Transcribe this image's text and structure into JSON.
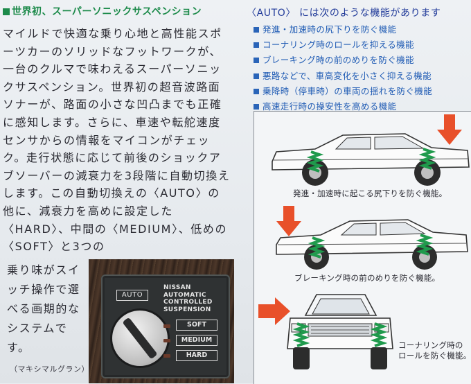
{
  "left": {
    "headline": "世界初、スーパーソニックサスペンション",
    "body": "マイルドで快適な乗り心地と高性能スポーツカーのソリッドなフットワークが、一台のクルマで味わえるスーパーソニックサスペンション。世界初の超音波路面ソナーが、路面の小さな凹凸までも正確に感知します。さらに、車速や転舵速度センサからの情報をマイコンがチェック。走行状態に応じて前後のショックアブソーバーの減衰力を3段階に自動切換えします。この自動切換えの〈AUTO〉の他に、減衰力を高めに設定した〈HARD〉、中間の〈MEDIUM〉、低めの〈SOFT〉と3つの",
    "short": "乗り味がスイッチ操作で選べる画期的なシステムです。",
    "caption": "（マキシマルグラン）"
  },
  "panel": {
    "auto_label": "AUTO",
    "brand_text": "NISSAN\nAUTOMATIC\nCONTROLLED\nSUSPENSION",
    "soft_label": "SOFT",
    "medium_label": "MEDIUM",
    "hard_label": "HARD"
  },
  "right": {
    "title": "〈AUTO〉 には次のような機能があります",
    "features": [
      "発進・加速時の尻下りを防ぐ機能",
      "コーナリング時のロールを抑える機能",
      "ブレーキング時の前のめりを防ぐ機能",
      "悪路などで、車高変化を小さく抑える機能",
      "乗降時（停車時）の車両の揺れを防ぐ機能",
      "高速走行時の操安性を高める機能"
    ],
    "captions": {
      "accel": "発進・加速時に起こる尻下りを防ぐ機能。",
      "brake": "ブレーキング時の前のめりを防ぐ機能。",
      "corner_1": "コーナリング時の",
      "corner_2": "ロールを防ぐ機能。"
    }
  },
  "colors": {
    "headline_green": "#1c8a4a",
    "title_blue": "#223b9a",
    "list_blue": "#1f5bb4",
    "arrow_orange": "#e8502a",
    "spring_green": "#1f9a4c"
  }
}
